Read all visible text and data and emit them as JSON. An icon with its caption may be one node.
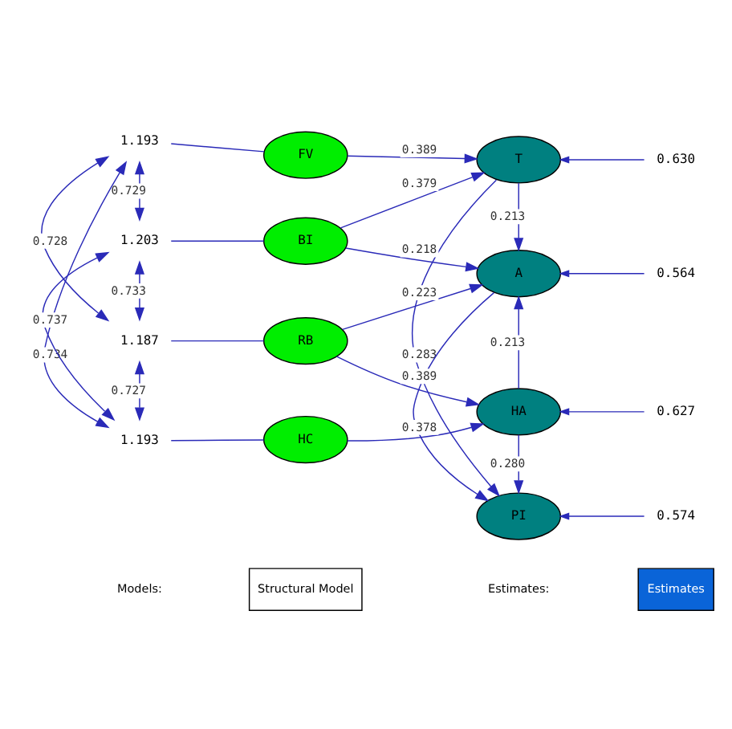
{
  "diagram": {
    "nodes": [
      {
        "text": [
          "1.193"
        ]
      },
      {
        "text": [
          "FV"
        ]
      },
      {
        "text": [
          "T"
        ]
      },
      {
        "text": [
          "0.630"
        ]
      },
      {
        "text": [
          "1.203"
        ]
      },
      {
        "text": [
          "BI"
        ]
      },
      {
        "text": [
          "A"
        ]
      },
      {
        "text": [
          "0.564"
        ]
      },
      {
        "text": [
          "1.187"
        ]
      },
      {
        "text": [
          "RB"
        ]
      },
      {
        "text": [
          "HA"
        ]
      },
      {
        "text": [
          "0.627"
        ]
      },
      {
        "text": [
          "1.193"
        ]
      },
      {
        "text": [
          "HC"
        ]
      },
      {
        "text": [
          "PI"
        ]
      },
      {
        "text": [
          "0.574"
        ]
      }
    ],
    "edges": [
      {
        "from": 0,
        "to": 1,
        "arrow": "none"
      },
      {
        "from": 4,
        "to": 5,
        "arrow": "none"
      },
      {
        "from": 8,
        "to": 9,
        "arrow": "none"
      },
      {
        "from": 12,
        "to": 13,
        "arrow": "none"
      },
      {
        "from": 0,
        "to": 4,
        "arrow": "both",
        "label": "0.729"
      },
      {
        "from": 0,
        "to": 8,
        "arrow": "both",
        "label": "0.728"
      },
      {
        "from": 0,
        "to": 12,
        "arrow": "both",
        "label": "0.734"
      },
      {
        "from": 4,
        "to": 8,
        "arrow": "both",
        "label": "0.733"
      },
      {
        "from": 4,
        "to": 12,
        "arrow": "both",
        "label": "0.737"
      },
      {
        "from": 8,
        "to": 12,
        "arrow": "both",
        "label": "0.727"
      },
      {
        "from": 1,
        "to": 2,
        "arrow": "to",
        "label": "0.389"
      },
      {
        "from": 5,
        "to": 2,
        "arrow": "to",
        "label": "0.379"
      },
      {
        "from": 5,
        "to": 6,
        "arrow": "to",
        "label": "0.218"
      },
      {
        "from": 9,
        "to": 6,
        "arrow": "to",
        "label": "0.223"
      },
      {
        "from": 9,
        "to": 10,
        "arrow": "to",
        "label": "0.389"
      },
      {
        "from": 13,
        "to": 10,
        "arrow": "to",
        "label": "0.378"
      },
      {
        "from": 2,
        "to": 6,
        "arrow": "to",
        "label": "0.213"
      },
      {
        "from": 10,
        "to": 6,
        "arrow": "to",
        "label": "0.213"
      },
      {
        "from": 10,
        "to": 14,
        "arrow": "to",
        "label": "0.280"
      },
      {
        "from": 2,
        "to": 14,
        "arrow": "to",
        "label": "0.283"
      },
      {
        "from": 6,
        "to": 14,
        "arrow": "to"
      },
      {
        "from": 3,
        "to": 2,
        "arrow": "to"
      },
      {
        "from": 7,
        "to": 6,
        "arrow": "to"
      },
      {
        "from": 11,
        "to": 10,
        "arrow": "to"
      },
      {
        "from": 15,
        "to": 14,
        "arrow": "to"
      }
    ],
    "labels": [
      "Models:",
      "Structural Model",
      "Estimates:",
      "Estimates"
    ]
  }
}
